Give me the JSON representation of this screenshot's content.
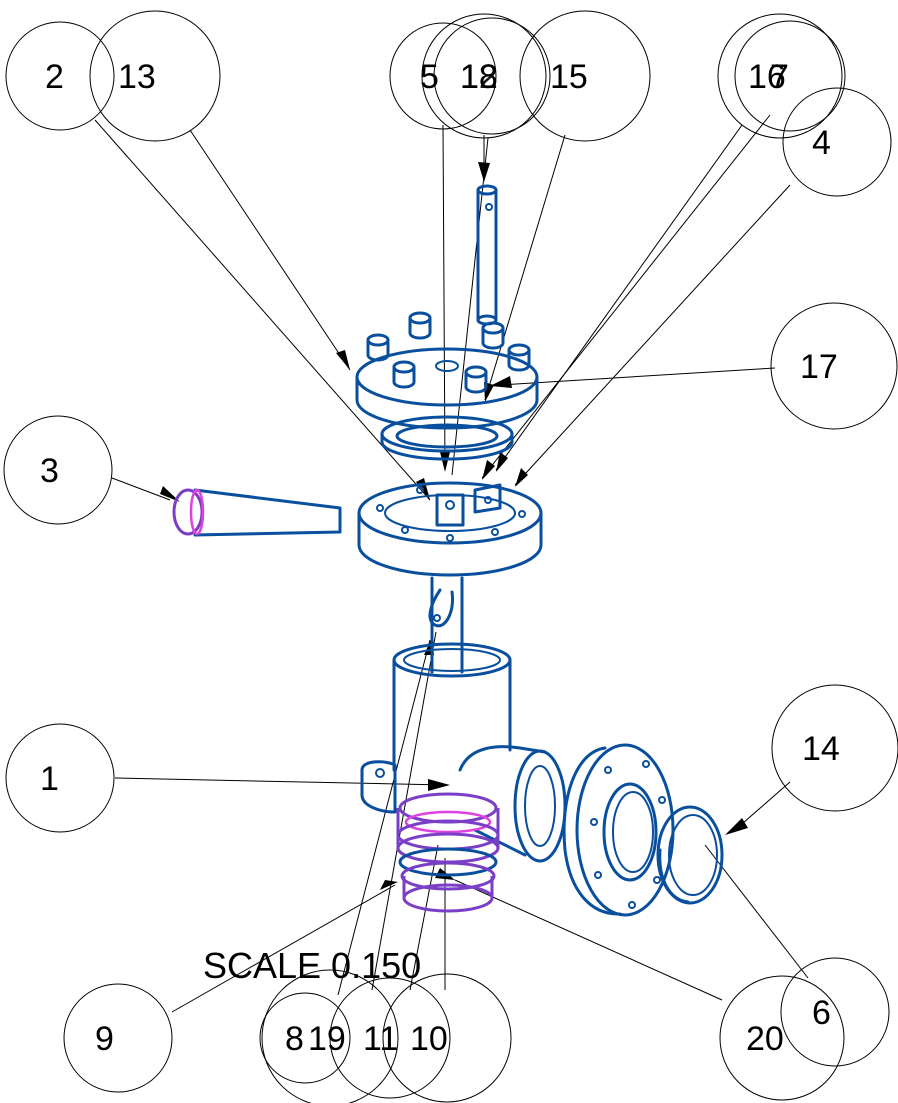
{
  "drawing": {
    "scale_label": "SCALE  0.150",
    "colors": {
      "part_outline": "#0a4f9e",
      "highlight_purple": "#7a3fc6",
      "highlight_magenta": "#e040e0"
    }
  },
  "balloons": {
    "b2": "2",
    "b13": "13",
    "b5": "5",
    "b18": "18",
    "b12": "12",
    "b15": "15",
    "b16": "16",
    "b7": "7",
    "b4": "4",
    "b17": "17",
    "b3": "3",
    "b1": "1",
    "b14": "14",
    "b9": "9",
    "b8": "8",
    "b19": "19",
    "b11": "11",
    "b10": "10",
    "b20": "20",
    "b6": "6"
  }
}
